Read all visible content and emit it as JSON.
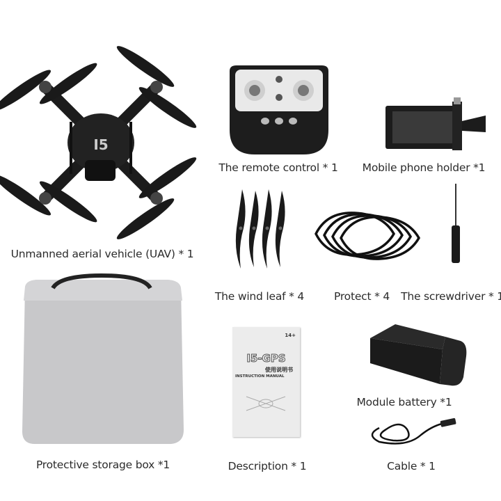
{
  "items": [
    {
      "id": "uav",
      "label": "Unmanned aerial vehicle (UAV) * 1",
      "logo": "I5"
    },
    {
      "id": "remote",
      "label": "The remote control * 1"
    },
    {
      "id": "phone_holder",
      "label": "Mobile phone holder *1"
    },
    {
      "id": "wind_leaf",
      "label": "The wind leaf * 4"
    },
    {
      "id": "protect",
      "label": "Protect * 4"
    },
    {
      "id": "screwdriver",
      "label": "The screwdriver * 1"
    },
    {
      "id": "storage_box",
      "label": "Protective storage box *1"
    },
    {
      "id": "description",
      "label": "Description * 1",
      "manual": {
        "age": "14+",
        "model": "I5-GPS",
        "title_cn": "使用说明书",
        "title_en": "INSTRUCTION MANUAL"
      }
    },
    {
      "id": "battery",
      "label": "Module battery *1"
    },
    {
      "id": "cable",
      "label": "Cable * 1"
    }
  ],
  "colors": {
    "background": "#ffffff",
    "product": "#1e1e1e",
    "box": "#c9c9cb",
    "text": "#2b2b2b"
  }
}
